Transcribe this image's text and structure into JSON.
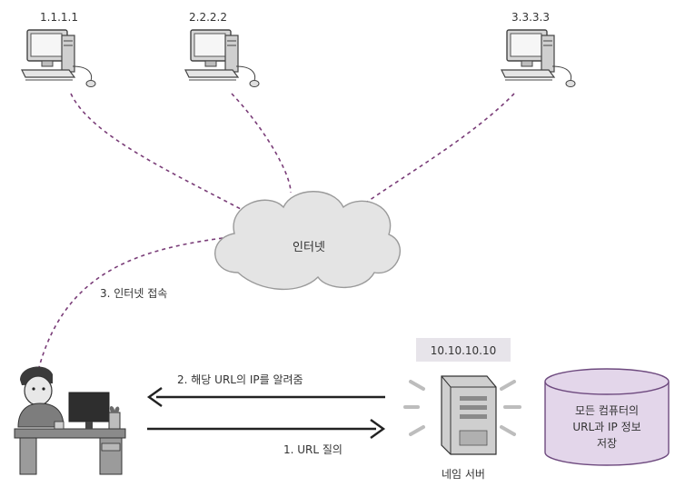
{
  "computers": [
    {
      "ip": "1.1.1.1",
      "icon": "desktop-computer-icon"
    },
    {
      "ip": "2.2.2.2",
      "icon": "desktop-computer-icon"
    },
    {
      "ip": "3.3.3.3",
      "icon": "desktop-computer-icon"
    }
  ],
  "cloud": {
    "label": "인터넷",
    "icon": "cloud-icon"
  },
  "user": {
    "icon": "user-at-desk-icon"
  },
  "steps": {
    "connect": "3. 인터넷 접속",
    "reply": "2. 해당 URL의 IP를 알려줌",
    "query": "1. URL 질의"
  },
  "name_server": {
    "ip": "10.10.10.10",
    "label": "네임 서버",
    "icon": "server-icon"
  },
  "database": {
    "lines": [
      "모든 컴퓨터의",
      "URL과 IP 정보",
      "저장"
    ],
    "icon": "database-cylinder-icon"
  },
  "colors": {
    "dashed_line": "#7a3d78",
    "db_fill": "#e3d6ea",
    "db_stroke": "#6e4a7f",
    "ip_badge": "#e7e4ea",
    "arrow": "#222222"
  }
}
